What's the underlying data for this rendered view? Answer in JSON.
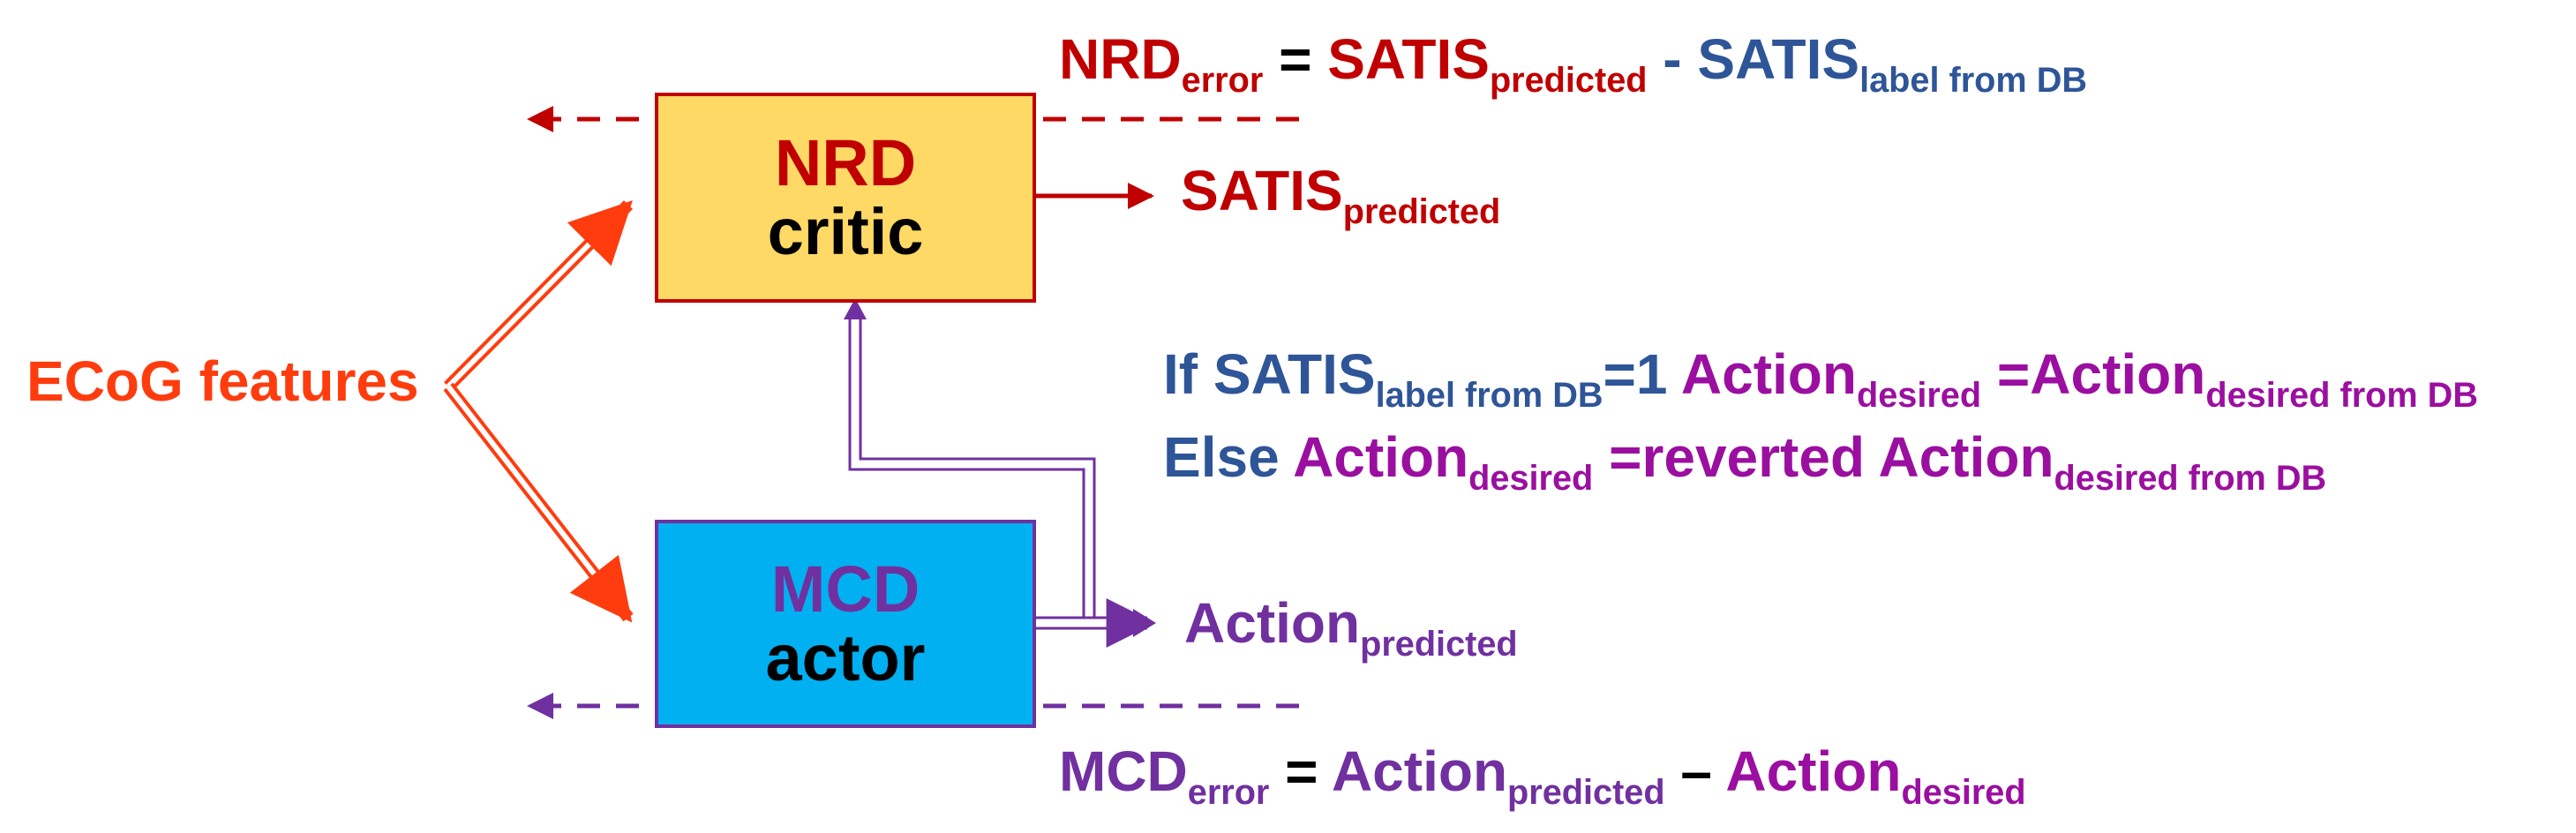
{
  "input": {
    "label": "ECoG features"
  },
  "nrd": {
    "name": "NRD",
    "role": "critic"
  },
  "mcd": {
    "name": "MCD",
    "role": "actor"
  },
  "outputs": {
    "satis": {
      "base": "SATIS",
      "sub": "predicted"
    },
    "action": {
      "base": "Action",
      "sub": "predicted"
    }
  },
  "nrd_error": {
    "lhs": "NRD",
    "lhs_sub": "error",
    "eq": "=",
    "t1": "SATIS",
    "t1_sub": "predicted",
    "op": "-",
    "t2": "SATIS",
    "t2_sub": "label from DB"
  },
  "rule": {
    "line1": {
      "kw": "If ",
      "cond": "SATIS",
      "cond_sub": "label from DB",
      "val": "=1 ",
      "a": "Action",
      "a_sub": "desired",
      "eq": " =",
      "b": "Action",
      "b_sub": "desired from DB"
    },
    "line2": {
      "kw": "Else ",
      "a": "Action",
      "a_sub": "desired",
      "eq": " =",
      "b": "reverted Action",
      "b_sub": "desired from DB"
    }
  },
  "mcd_error": {
    "lhs": "MCD",
    "lhs_sub": "error",
    "eq": "=",
    "t1": "Action",
    "t1_sub": "predicted",
    "op": "–",
    "t2": "Action",
    "t2_sub": "desired"
  },
  "colors": {
    "nrd_fill": "#ffd966",
    "nrd_border": "#c00000",
    "mcd_fill": "#00b0f0",
    "mcd_border": "#7030a0",
    "input_arrow": "#ff3c0e",
    "error_red": "#c00000",
    "error_purple": "#7030a0"
  }
}
